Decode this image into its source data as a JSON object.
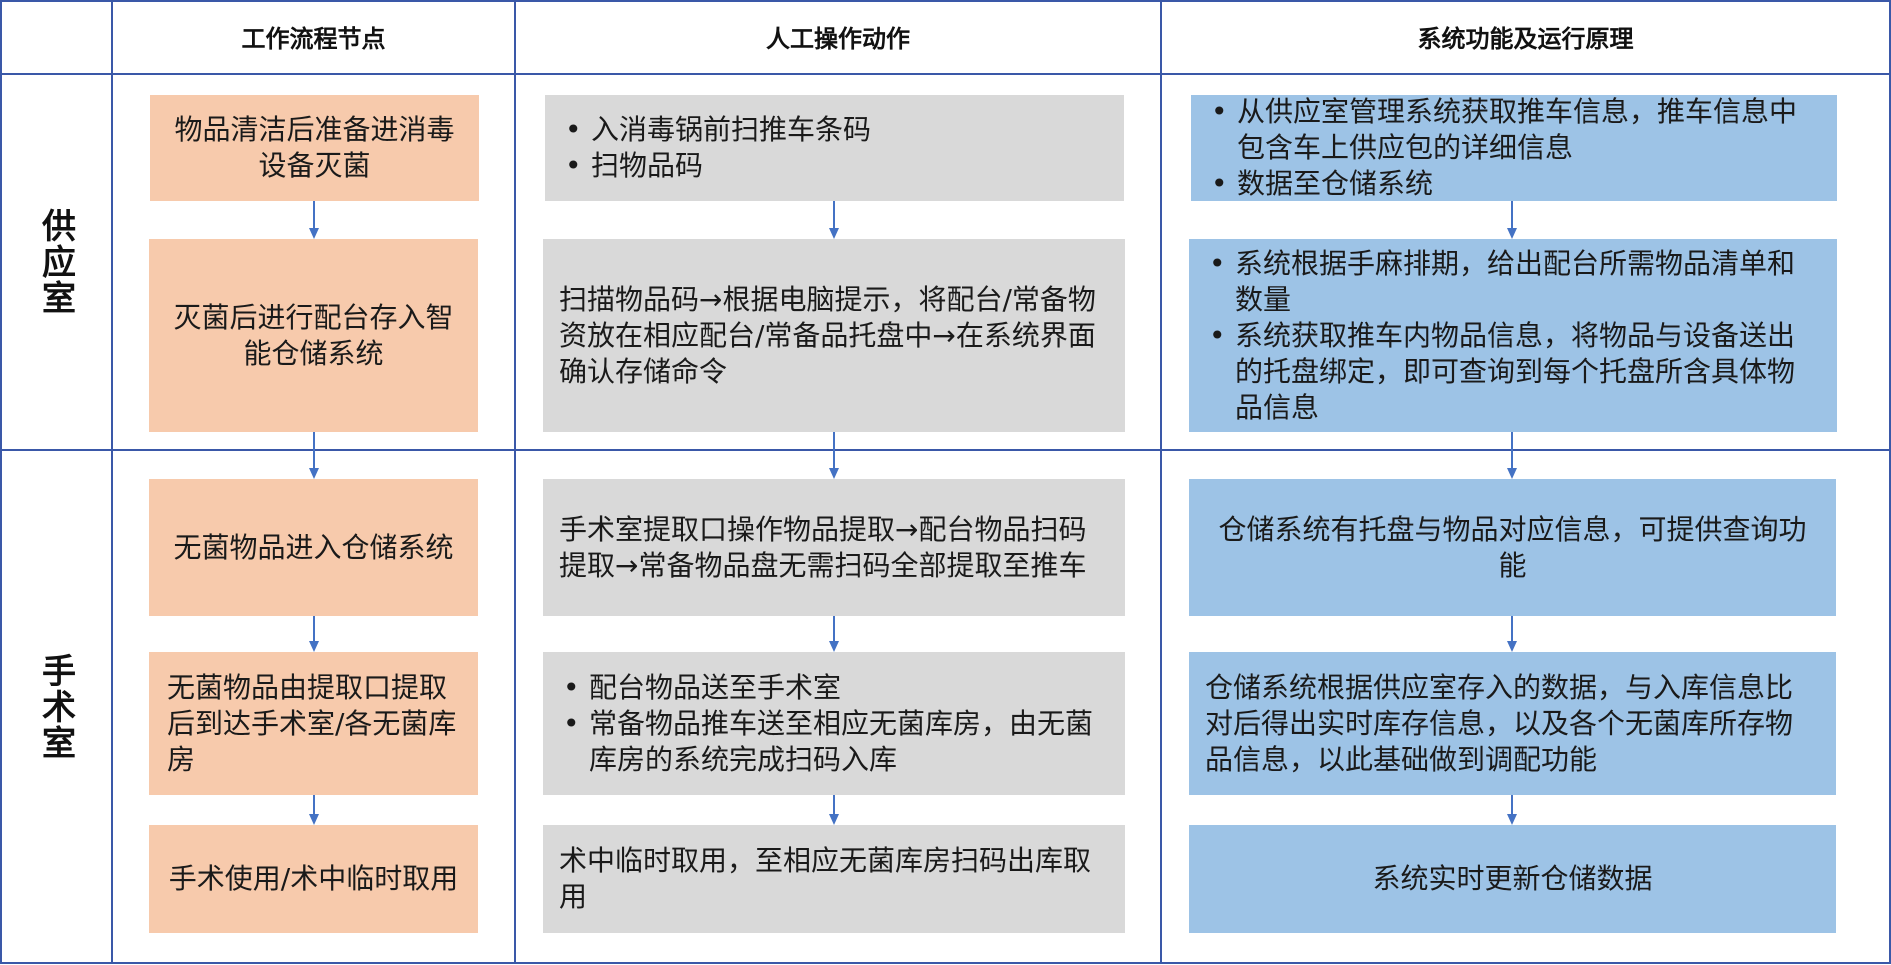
{
  "headers": [
    "工作流程节点",
    "人工操作动作",
    "系统功能及运行原理"
  ],
  "sections": [
    "供应室",
    "手术室"
  ],
  "colors": {
    "orange": "#f7caac",
    "gray": "#d9d9d9",
    "blue": "#9dc3e6",
    "grid": "#3a58a8",
    "arrow": "#4472c4"
  },
  "nodes": [
    "物品清洁后准备进消毒设备灭菌",
    "灭菌后进行配台存入智能仓储系统",
    "无菌物品进入仓储系统",
    "无菌物品由提取口提取后到达手术室/各无菌库房",
    "手术使用/术中临时取用"
  ],
  "actions": [
    {
      "bullets": [
        "入消毒锅前扫推车条码",
        "扫物品码"
      ]
    },
    {
      "text": "扫描物品码→根据电脑提示，将配台/常备物资放在相应配台/常备品托盘中→在系统界面确认存储命令"
    },
    {
      "text": "手术室提取口操作物品提取→配台物品扫码提取→常备物品盘无需扫码全部提取至推车"
    },
    {
      "bullets": [
        "配台物品送至手术室",
        "常备物品推车送至相应无菌库房，由无菌库房的系统完成扫码入库"
      ]
    },
    {
      "text": "术中临时取用，至相应无菌库房扫码出库取用"
    }
  ],
  "systems": [
    {
      "bullets": [
        "从供应室管理系统获取推车信息，推车信息中包含车上供应包的详细信息",
        "数据至仓储系统"
      ]
    },
    {
      "bullets": [
        "系统根据手麻排期，给出配台所需物品清单和数量",
        "系统获取推车内物品信息，将物品与设备送出的托盘绑定，即可查询到每个托盘所含具体物品信息"
      ]
    },
    {
      "text": "仓储系统有托盘与物品对应信息，可提供查询功能"
    },
    {
      "text": "仓储系统根据供应室存入的数据，与入库信息比对后得出实时库存信息，以及各个无菌库所存物品信息，以此基础做到调配功能"
    },
    {
      "text": "系统实时更新仓储数据"
    }
  ]
}
